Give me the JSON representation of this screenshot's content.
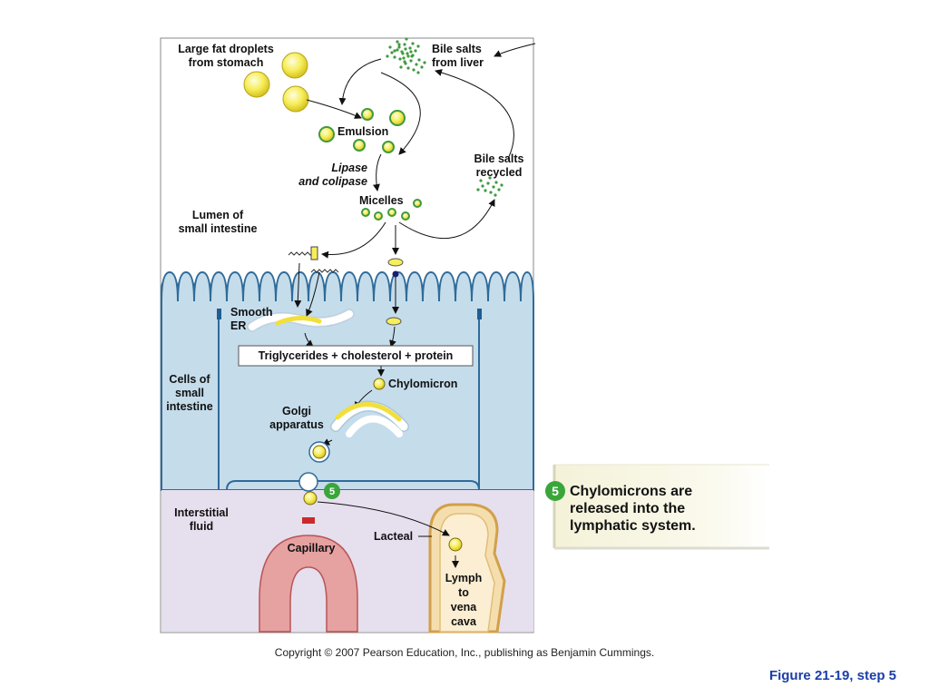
{
  "diagram": {
    "lumen_region": "Lumen of\nsmall intestine",
    "cells_region": "Cells of\nsmall\nintestine",
    "interstitial_region": "Interstitial\nfluid",
    "large_fat_droplets": "Large fat droplets\nfrom stomach",
    "bile_salts_from_liver": "Bile salts\nfrom liver",
    "emulsion": "Emulsion",
    "lipase_colipase": "Lipase\nand colipase",
    "micelles": "Micelles",
    "bile_salts_recycled": "Bile salts\nrecycled",
    "smooth_er": "Smooth\nER",
    "synthesis_box": "Triglycerides + cholesterol + protein",
    "chylomicron": "Chylomicron",
    "golgi": "Golgi\napparatus",
    "step_badge": "5",
    "capillary": "Capillary",
    "lacteal": "Lacteal",
    "lymph": "Lymph\nto\nvena\ncava"
  },
  "callout": {
    "step_number": "5",
    "text": "Chylomicrons are\nreleased into the\nlymphatic system."
  },
  "footer": {
    "copyright": "Copyright © 2007 Pearson Education, Inc., publishing as Benjamin Cummings.",
    "figure_ref": "Figure 21-19, step 5"
  },
  "colors": {
    "lumen_bg": "#ffffff",
    "cell_bg": "#c5dceb",
    "cell_border": "#2f6b9a",
    "interstitial_bg": "#e6dfee",
    "fat_yellow": "#f6ee5a",
    "bile_green": "#3f9a3f",
    "capillary_red": "#e6a1a1",
    "lacteal_tan": "#f5deae",
    "step_green": "#3aa63a",
    "figure_ref_blue": "#1b3ea8"
  }
}
